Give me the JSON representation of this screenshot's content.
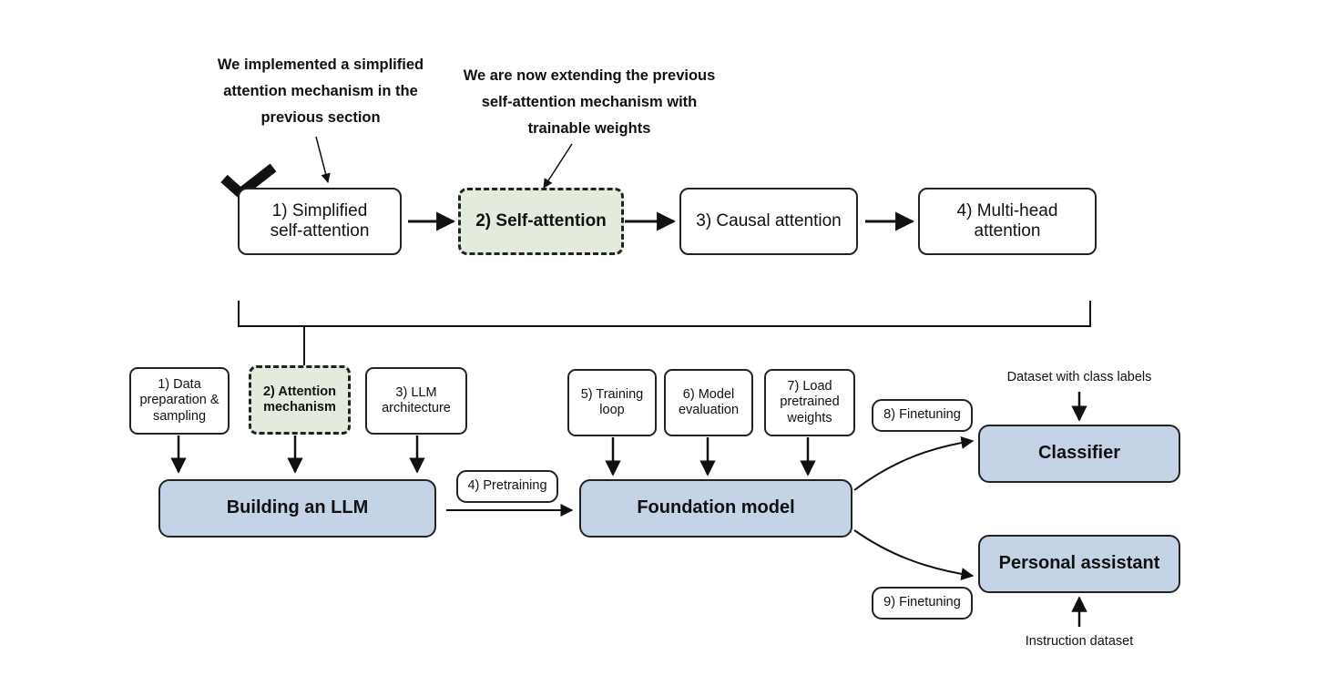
{
  "annotations": {
    "previous": [
      "We implemented a simplified",
      "attention mechanism in the",
      "previous section"
    ],
    "current": [
      "We are now extending the previous",
      "self-attention mechanism with",
      "trainable weights"
    ]
  },
  "attention_steps": [
    {
      "label": "1) Simplified self-attention",
      "completed": true
    },
    {
      "label": "2) Self-attention",
      "current": true
    },
    {
      "label": "3) Causal attention"
    },
    {
      "label": "4) Multi-head attention"
    }
  ],
  "stages": {
    "build_inputs": [
      "1) Data preparation & sampling",
      "2) Attention mechanism",
      "3) LLM architecture"
    ],
    "build": "Building an LLM",
    "pretraining": "4) Pretraining",
    "foundation_inputs": [
      "5) Training loop",
      "6) Model evaluation",
      "7) Load pretrained weights"
    ],
    "foundation": "Foundation model",
    "finetune_classifier": "8) Finetuning",
    "classifier": "Classifier",
    "classifier_dataset": "Dataset with class labels",
    "finetune_assistant": "9) Finetuning",
    "assistant": "Personal assistant",
    "assistant_dataset": "Instruction dataset"
  },
  "colors": {
    "current_step_fill": "#e3ecdc",
    "stage_fill": "#c5d3e6",
    "stroke": "#222222"
  }
}
